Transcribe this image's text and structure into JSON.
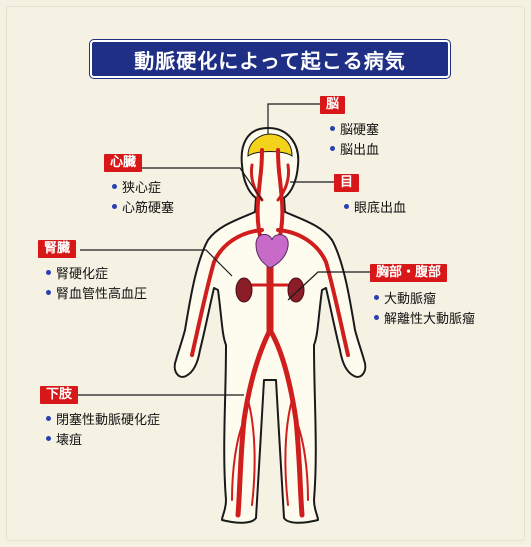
{
  "title": "動脈硬化によって起こる病気",
  "colors": {
    "title_bg": "#1f2f86",
    "tag_bg": "#d81818",
    "artery": "#d01e1e",
    "bullet": "#2a3fb0",
    "body_fill": "#fdfcef"
  },
  "regions": {
    "brain": {
      "tag": "脳",
      "items": [
        "脳硬塞",
        "脳出血"
      ]
    },
    "eye": {
      "tag": "目",
      "items": [
        "眼底出血"
      ]
    },
    "heart": {
      "tag": "心臓",
      "items": [
        "狭心症",
        "心筋硬塞"
      ]
    },
    "kidney": {
      "tag": "腎臓",
      "items": [
        "腎硬化症",
        "腎血管性高血圧"
      ]
    },
    "abdomen": {
      "tag": "胸部・腹部",
      "items": [
        "大動脈瘤",
        "解離性大動脈瘤"
      ]
    },
    "legs": {
      "tag": "下肢",
      "items": [
        "閉塞性動脈硬化症",
        "壊疽"
      ]
    }
  }
}
